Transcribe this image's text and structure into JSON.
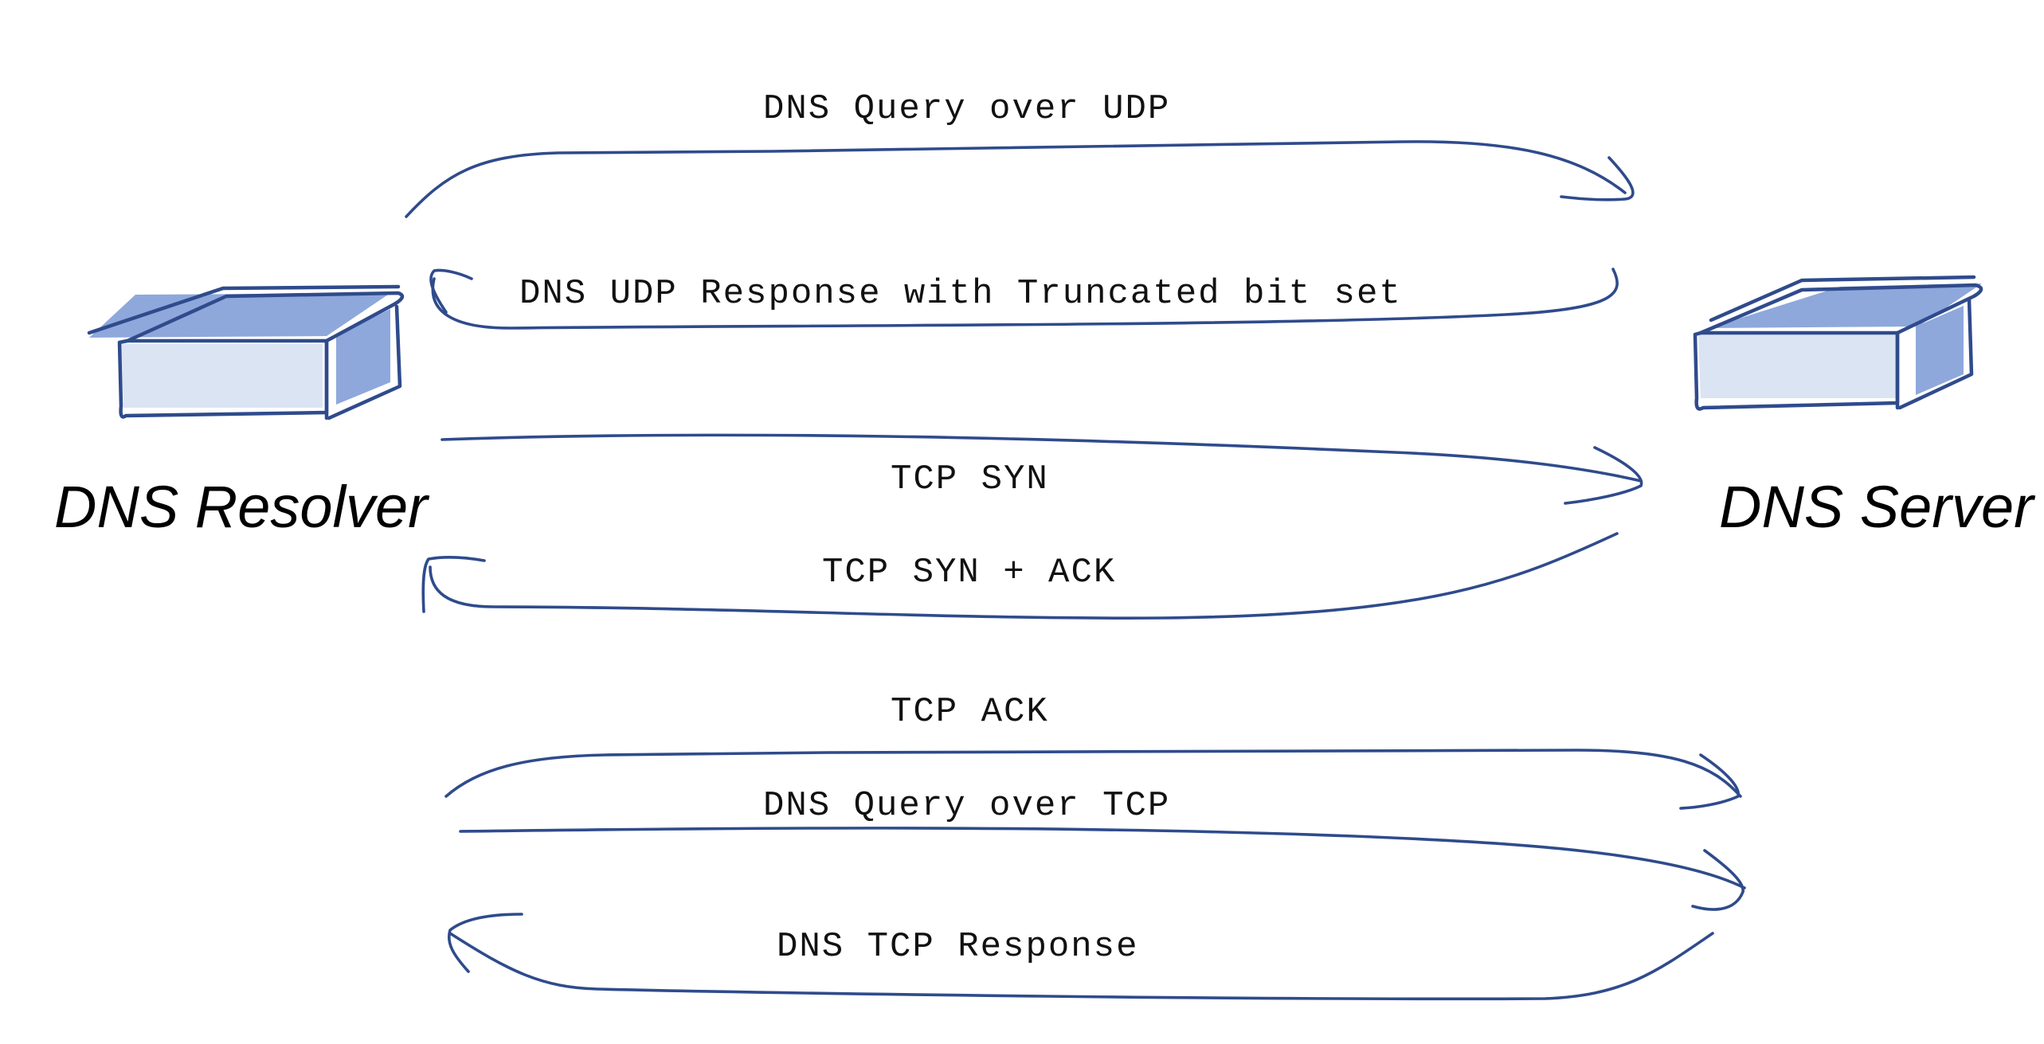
{
  "nodes": {
    "resolver": {
      "label": "DNS Resolver"
    },
    "server": {
      "label": "DNS Server"
    }
  },
  "messages": [
    {
      "id": "udp-query",
      "label": "DNS Query over UDP",
      "direction": "resolver-to-server"
    },
    {
      "id": "udp-truncated-response",
      "label": "DNS UDP Response with Truncated bit set",
      "direction": "server-to-resolver"
    },
    {
      "id": "tcp-syn",
      "label": "TCP SYN",
      "direction": "resolver-to-server"
    },
    {
      "id": "tcp-syn-ack",
      "label": "TCP SYN + ACK",
      "direction": "server-to-resolver"
    },
    {
      "id": "tcp-ack",
      "label": "TCP ACK",
      "direction": "resolver-to-server"
    },
    {
      "id": "tcp-query",
      "label": "DNS Query over TCP",
      "direction": "resolver-to-server"
    },
    {
      "id": "tcp-response",
      "label": "DNS TCP Response",
      "direction": "server-to-resolver"
    }
  ],
  "colors": {
    "arrow": "#2f4b8c",
    "box_top": "#8ea8dc",
    "box_side": "#8ea8dc",
    "box_front": "#dbe4f3",
    "box_outline": "#2f4b8c"
  }
}
